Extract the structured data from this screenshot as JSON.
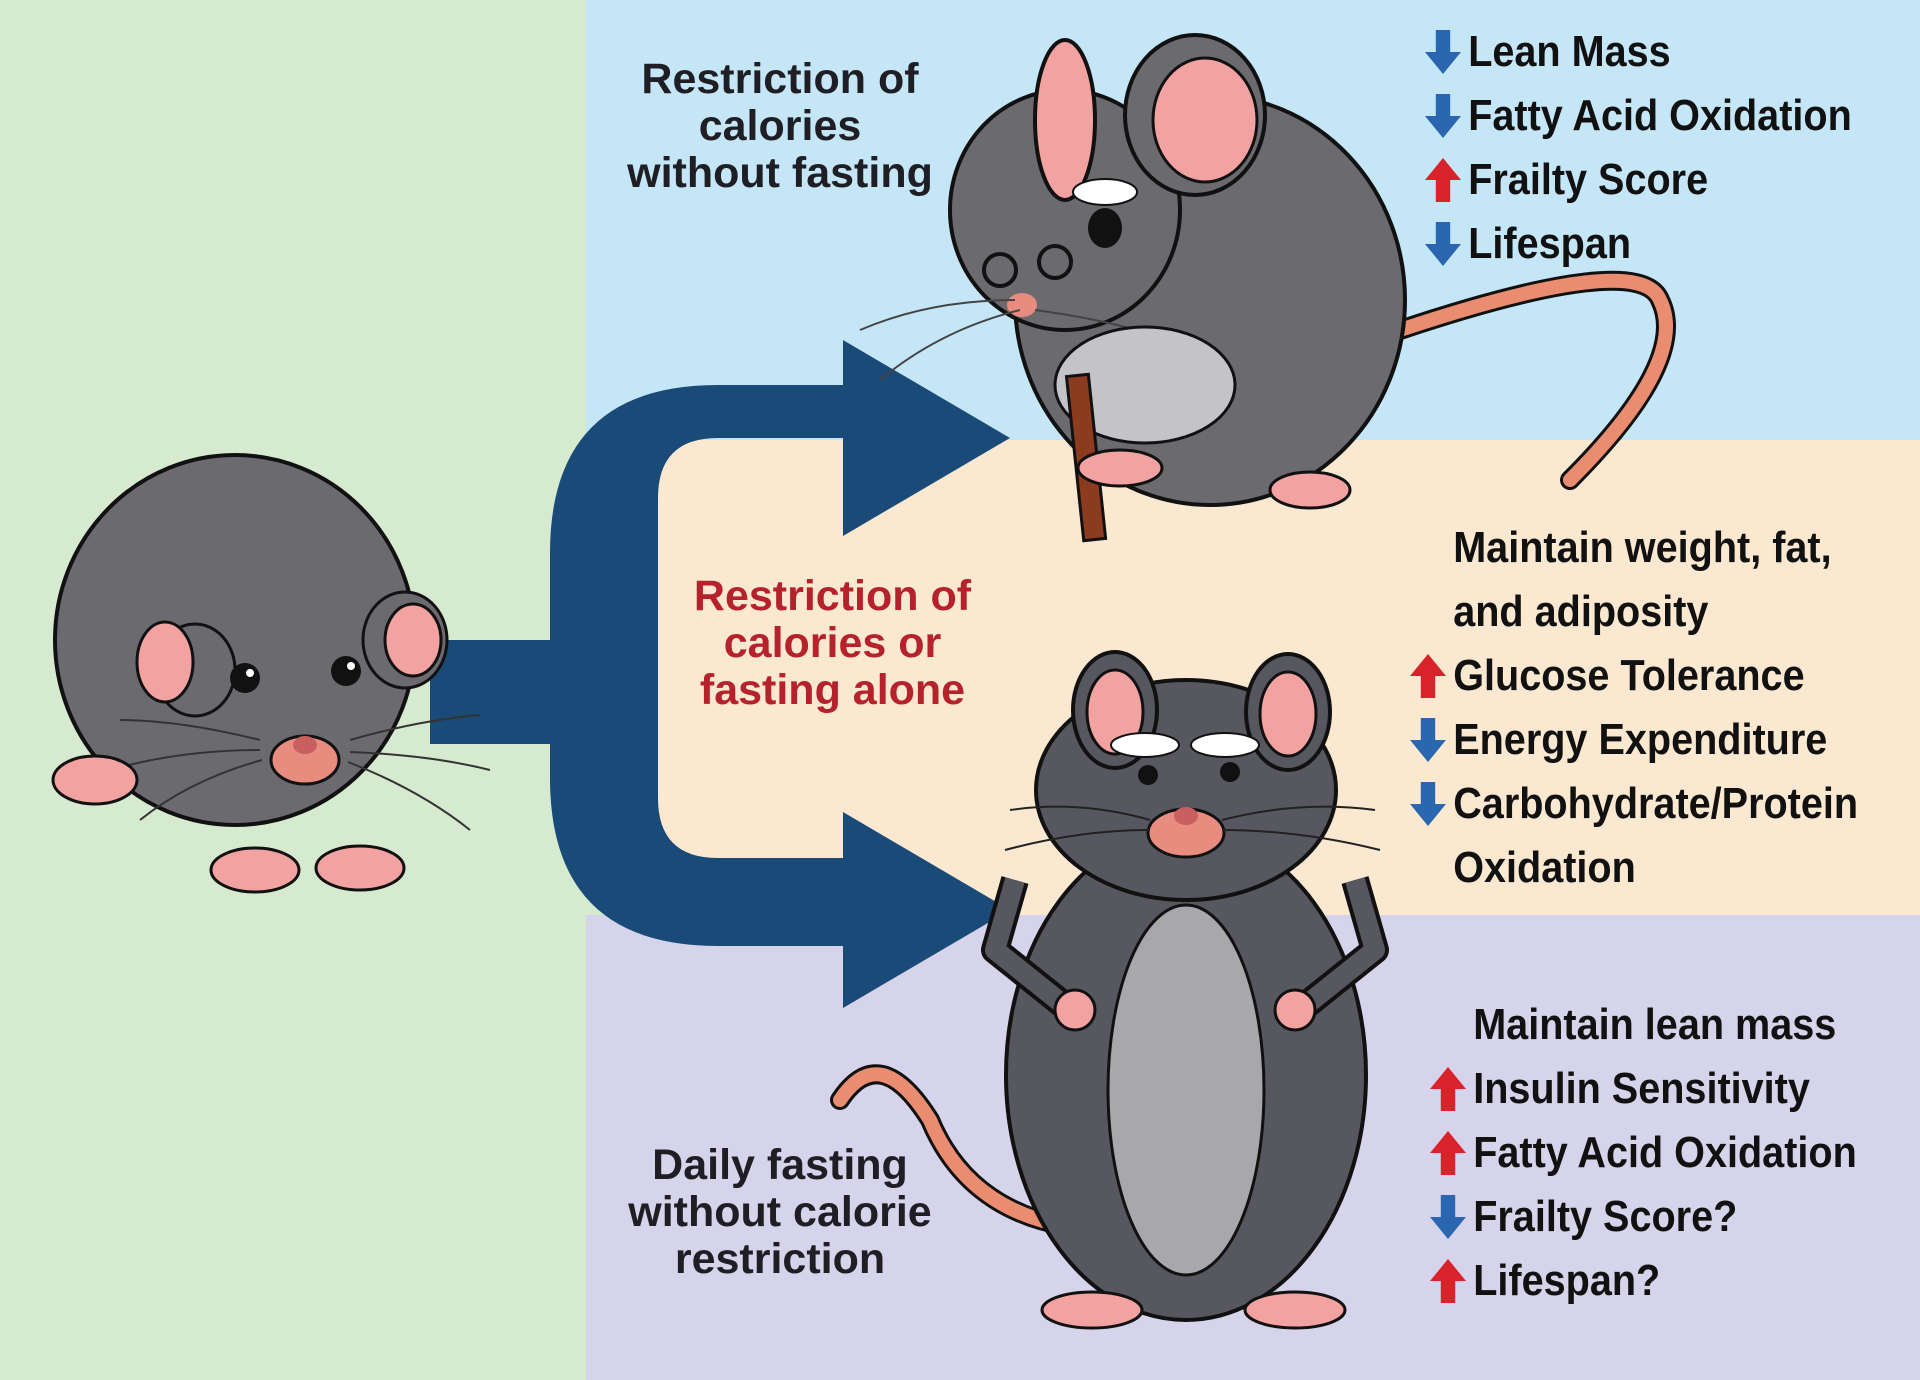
{
  "colors": {
    "left_bg": "#d6ead0",
    "top_bg": "#c5e6f7",
    "middle_bg": "#fbe8d0",
    "bottom_bg": "#d6d4ea",
    "arrow": "#1a4a77",
    "up_arrow": "#d8232a",
    "down_arrow": "#2a67b0",
    "middle_label": "#b5222c"
  },
  "labels": {
    "top": [
      "Restriction of",
      "calories",
      "without fasting"
    ],
    "middle": [
      "Restriction of",
      "calories or",
      "fasting alone"
    ],
    "bottom": [
      "Daily fasting",
      "without calorie",
      "restriction"
    ]
  },
  "top_effects": [
    {
      "dir": "down",
      "text": "Lean Mass"
    },
    {
      "dir": "down",
      "text": "Fatty Acid Oxidation"
    },
    {
      "dir": "up",
      "text": "Frailty Score"
    },
    {
      "dir": "down",
      "text": "Lifespan"
    }
  ],
  "middle_effects": [
    {
      "dir": "none",
      "text": "Maintain weight, fat,"
    },
    {
      "dir": "none",
      "text": "and adiposity"
    },
    {
      "dir": "up",
      "text": "Glucose Tolerance"
    },
    {
      "dir": "down",
      "text": "Energy Expenditure"
    },
    {
      "dir": "down",
      "text": "Carbohydrate/Protein"
    },
    {
      "dir": "none",
      "text": "Oxidation"
    }
  ],
  "bottom_effects": [
    {
      "dir": "none",
      "text": "Maintain lean mass"
    },
    {
      "dir": "up",
      "text": "Insulin Sensitivity"
    },
    {
      "dir": "up",
      "text": "Fatty Acid Oxidation"
    },
    {
      "dir": "down",
      "text": "Frailty Score?"
    },
    {
      "dir": "up",
      "text": "Lifespan?"
    }
  ],
  "icons": {
    "start_mouse": "mouse-icon",
    "aged_mouse": "elderly-mouse-with-cane-icon",
    "fit_mouse": "confident-mouse-icon"
  }
}
